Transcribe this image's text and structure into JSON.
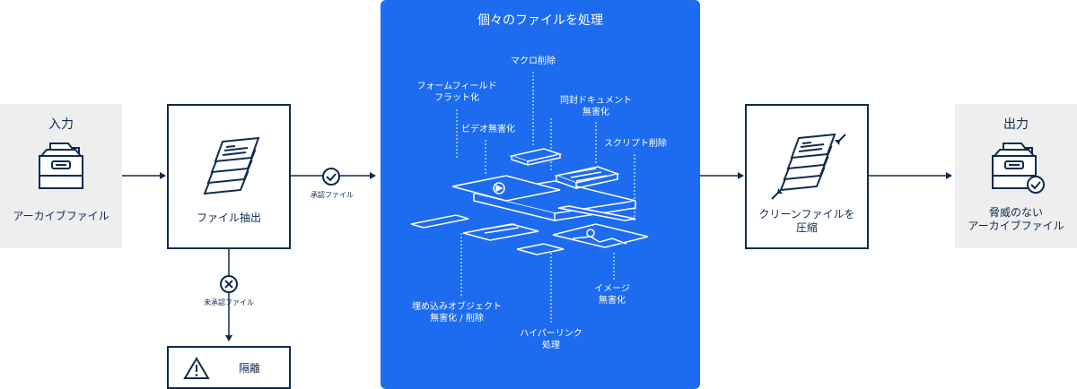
{
  "input": {
    "title": "入力",
    "label": "アーカイブファイル"
  },
  "extract": {
    "label": "ファイル抽出"
  },
  "approved": {
    "label": "承認ファイル"
  },
  "unapproved": {
    "label": "未承認ファイル"
  },
  "quarantine": {
    "label": "隔離"
  },
  "process": {
    "title": "個々のファイルを処理",
    "items": {
      "macro": "マクロ削除",
      "form_flatten": "フォームフィールド\nフラット化",
      "embedded_docs": "同封ドキュメント\n無害化",
      "video": "ビデオ無害化",
      "script": "スクリプト削除",
      "embedded_objects": "埋め込みオブジェクト\n無害化 / 削除",
      "hyperlink": "ハイパーリンク\n処理",
      "image": "イメージ\n無害化"
    }
  },
  "compress": {
    "label": "クリーンファイルを\n圧縮"
  },
  "output": {
    "title": "出力",
    "label": "脅威のない\nアーカイブファイル"
  },
  "colors": {
    "navy": "#0d2b4e",
    "blue": "#1d6cf0",
    "gray": "#eeeeee"
  }
}
